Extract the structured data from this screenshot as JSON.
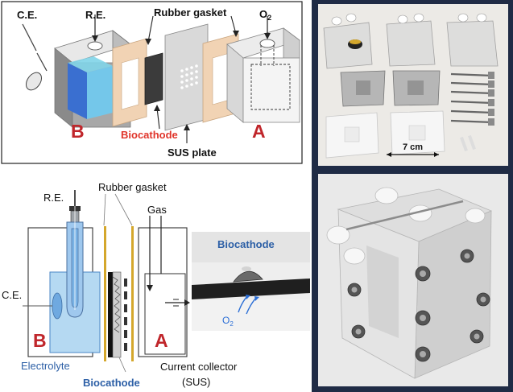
{
  "top_panel": {
    "ce": "C.E.",
    "re": "R.E.",
    "rubber_gasket": "Rubber gasket",
    "o2_base": "O",
    "o2_sub": "2",
    "label_b": "B",
    "label_a": "A",
    "biocathode": "Biocathode",
    "sus_plate": "SUS plate"
  },
  "bottom_panel": {
    "re": "R.E.",
    "rubber_gasket": "Rubber gasket",
    "gas": "Gas",
    "ce": "C.E.",
    "label_b": "B",
    "label_a": "A",
    "electrolyte": "Electrolyte",
    "biocathode": "Biocathode",
    "current_collector": "Current collector",
    "sus": "(SUS)"
  },
  "inset": {
    "title": "Biocathode",
    "o2_base": "O",
    "o2_sub": "2"
  },
  "photo_top": {
    "scale": "7 cm"
  },
  "colors": {
    "red_label": "#c0262b",
    "blue_text": "#2c5fa6",
    "navy_panel": "#1f2b45",
    "gasket": "#f1d3b4",
    "gold": "#d4a72c"
  }
}
